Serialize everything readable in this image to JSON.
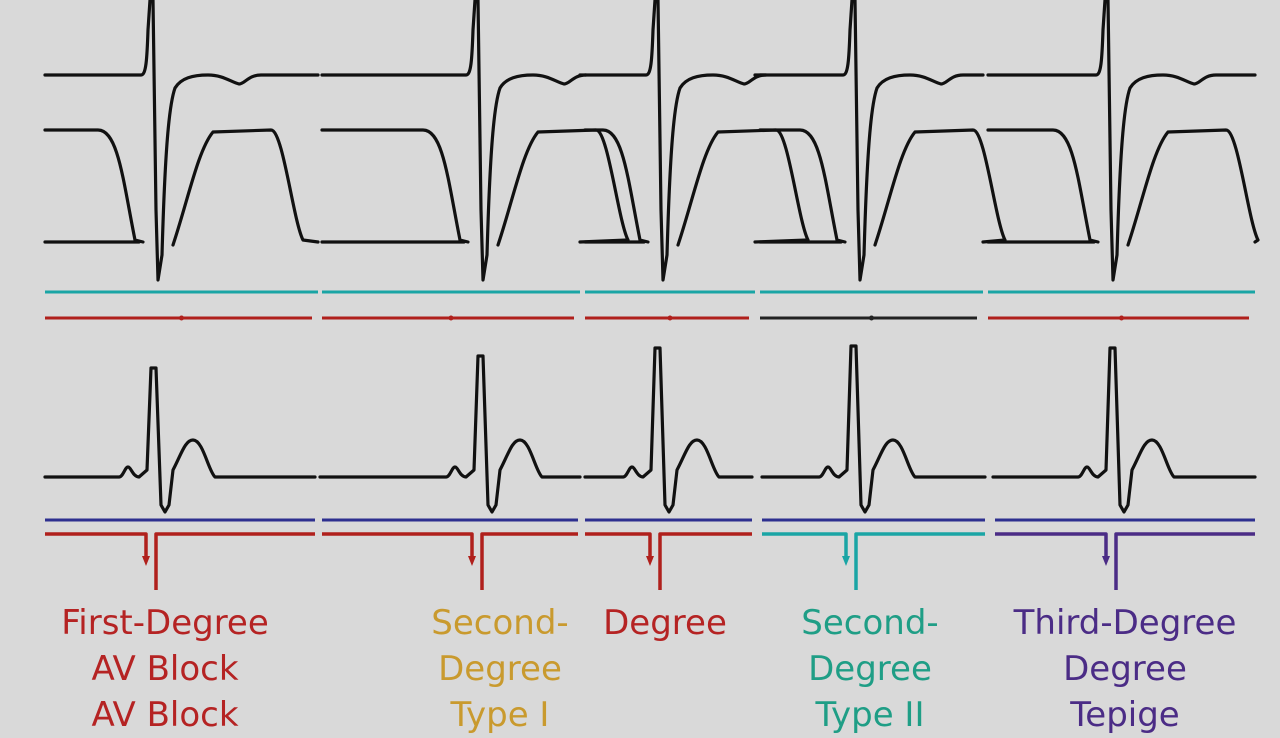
{
  "colors": {
    "background": "#d9d9d9",
    "trace": "#111111",
    "teal_line": "#1aa5a5",
    "red_line": "#b0201c",
    "blue_line": "#2d2f8f"
  },
  "panels": [
    {
      "label_lines": [
        "First-Degree",
        "AV Block",
        "AV Block"
      ],
      "label_color": "#b52323",
      "upper_marker_color": "#b0201c",
      "lower_marker_color": "#b0201c"
    },
    {
      "label_lines": [
        "Second-",
        "Degree",
        "Type I"
      ],
      "label_color": "#c99a2e",
      "upper_marker_color": "#b0201c",
      "lower_marker_color": "#b0201c"
    },
    {
      "label_lines": [
        "Degree"
      ],
      "label_color": "#b52323",
      "upper_marker_color": "#b0201c",
      "lower_marker_color": "#b0201c"
    },
    {
      "label_lines": [
        "Second-",
        "Degree",
        "Type II"
      ],
      "label_color": "#1f9e86",
      "upper_marker_color": "#222222",
      "lower_marker_color": "#1aa5a5"
    },
    {
      "label_lines": [
        "Third-Degree",
        "Degree",
        "Tepige"
      ],
      "label_color": "#4b2c86",
      "upper_marker_color": "#b0201c",
      "lower_marker_color": "#4b2c86"
    }
  ]
}
